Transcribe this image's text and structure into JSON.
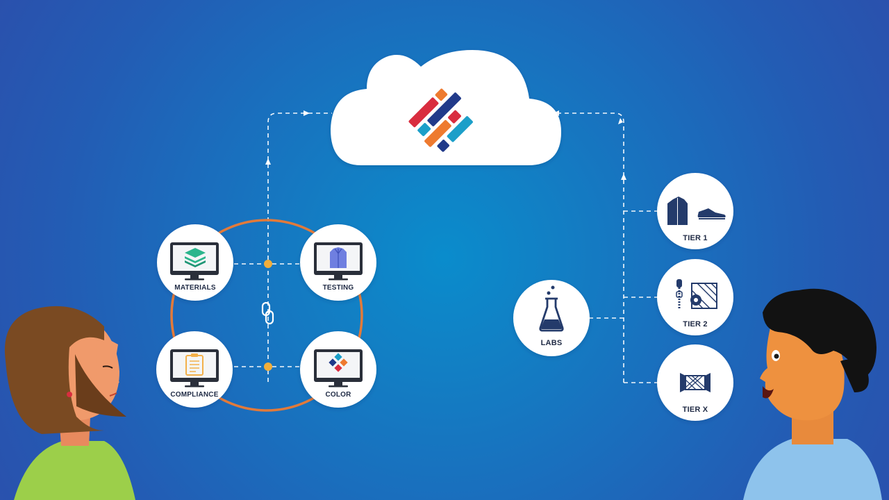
{
  "nodes": {
    "materials": {
      "label": "MATERIALS"
    },
    "testing": {
      "label": "TESTING"
    },
    "compliance": {
      "label": "COMPLIANCE"
    },
    "color": {
      "label": "COLOR"
    },
    "labs": {
      "label": "LABS"
    },
    "tier1": {
      "label": "TIER 1"
    },
    "tier2": {
      "label": "TIER 2"
    },
    "tierx": {
      "label": "TIER X"
    }
  },
  "colors": {
    "background": "#1a6ebd",
    "cloud": "#ffffff",
    "ring": "#e27a3a",
    "connector_dot": "#f2ae3a",
    "line": "#ffffff",
    "monitor": "#2a2f3a",
    "logo_red": "#d92d3f",
    "logo_orange": "#ee7a2f",
    "logo_teal": "#1c9fc9",
    "logo_navy": "#213a8a",
    "materials_icon": "#2bb58c",
    "testing_icon": "#6f7fe0",
    "compliance_icon": "#f3b04a",
    "tier_icon": "#243b6b"
  },
  "icons": {
    "cloud_logo": "woven-logo-icon",
    "materials": "layers-icon",
    "testing": "jacket-icon",
    "compliance": "clipboard-icon",
    "color": "color-diamonds-icon",
    "labs": "flask-icon",
    "tier1": "jacket-and-shoe-icon",
    "tier2": "zipper-and-fabric-roll-icon",
    "tierx": "yarn-spool-icon",
    "center_link": "chain-link-icon"
  }
}
